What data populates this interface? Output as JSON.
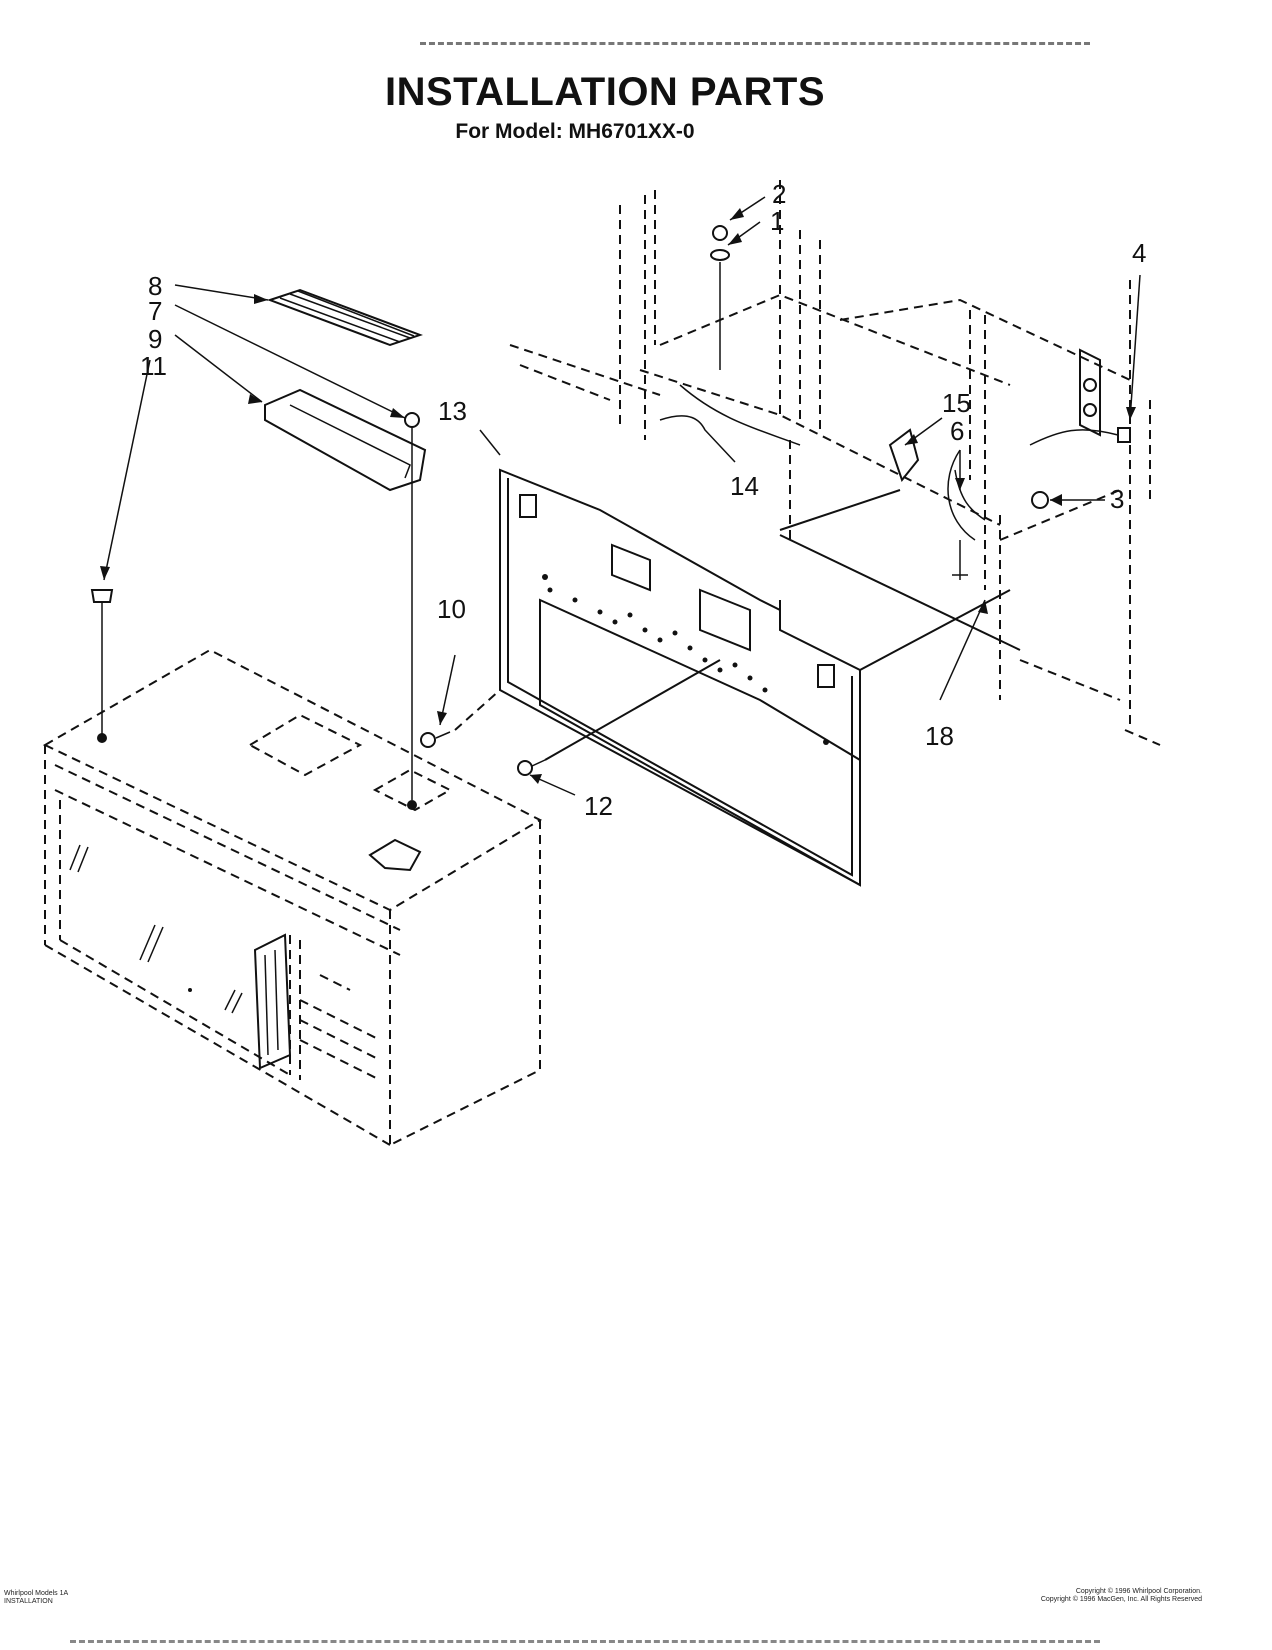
{
  "header": {
    "title": "INSTALLATION PARTS",
    "subtitle": "For Model: MH6701XX-0"
  },
  "callouts": [
    "2",
    "1",
    "4",
    "8",
    "7",
    "9",
    "11",
    "13",
    "15",
    "6",
    "3",
    "14",
    "18",
    "10",
    "12"
  ],
  "footer": {
    "left_line1": "Whirlpool Models 1A",
    "left_line2": "INSTALLATION",
    "right_line1": "Copyright © 1996 Whirlpool Corporation.",
    "right_line2": "Copyright © 1996 MacGen, Inc.  All Rights Reserved"
  }
}
